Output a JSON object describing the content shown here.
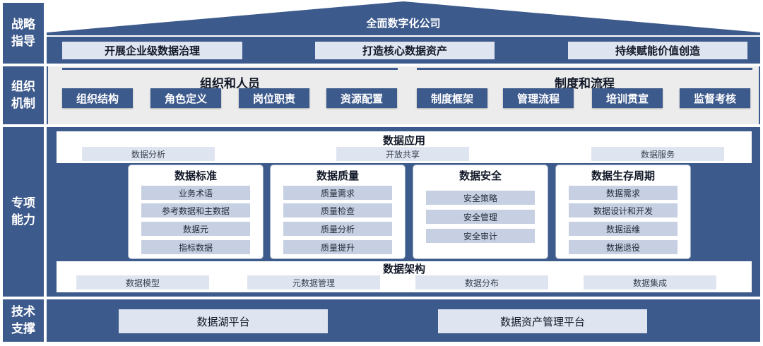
{
  "sections": {
    "strategy": "战略指导",
    "org": "组织机制",
    "capability": "专项能力",
    "tech": "技术支撑"
  },
  "strategy": {
    "title": "全面数字化公司",
    "items": [
      "开展企业级数据治理",
      "打造核心数据资产",
      "持续赋能价值创造"
    ]
  },
  "org": {
    "left": {
      "title": "组织和人员",
      "items": [
        "组织结构",
        "角色定义",
        "岗位职责",
        "资源配置"
      ]
    },
    "right": {
      "title": "制度和流程",
      "items": [
        "制度框架",
        "管理流程",
        "培训贯宣",
        "监督考核"
      ]
    }
  },
  "capability": {
    "application": {
      "title": "数据应用",
      "items": [
        "数据分析",
        "开放共享",
        "数据服务"
      ]
    },
    "cards": [
      {
        "title": "数据标准",
        "items": [
          "业务术语",
          "参考数据和主数据",
          "数据元",
          "指标数据"
        ]
      },
      {
        "title": "数据质量",
        "items": [
          "质量需求",
          "质量检查",
          "质量分析",
          "质量提升"
        ]
      },
      {
        "title": "数据安全",
        "items": [
          "安全策略",
          "安全管理",
          "安全审计"
        ]
      },
      {
        "title": "数据生存周期",
        "items": [
          "数据需求",
          "数据设计和开发",
          "数据运维",
          "数据退役"
        ]
      }
    ],
    "architecture": {
      "title": "数据架构",
      "items": [
        "数据模型",
        "元数据管理",
        "数据分布",
        "数据集成"
      ]
    }
  },
  "tech": {
    "items": [
      "数据湖平台",
      "数据资产管理平台"
    ]
  },
  "colors": {
    "primary": "#3d5a8c",
    "light": "#dfe5f0",
    "item": "#c6d0e2",
    "panel": "#ececec"
  }
}
